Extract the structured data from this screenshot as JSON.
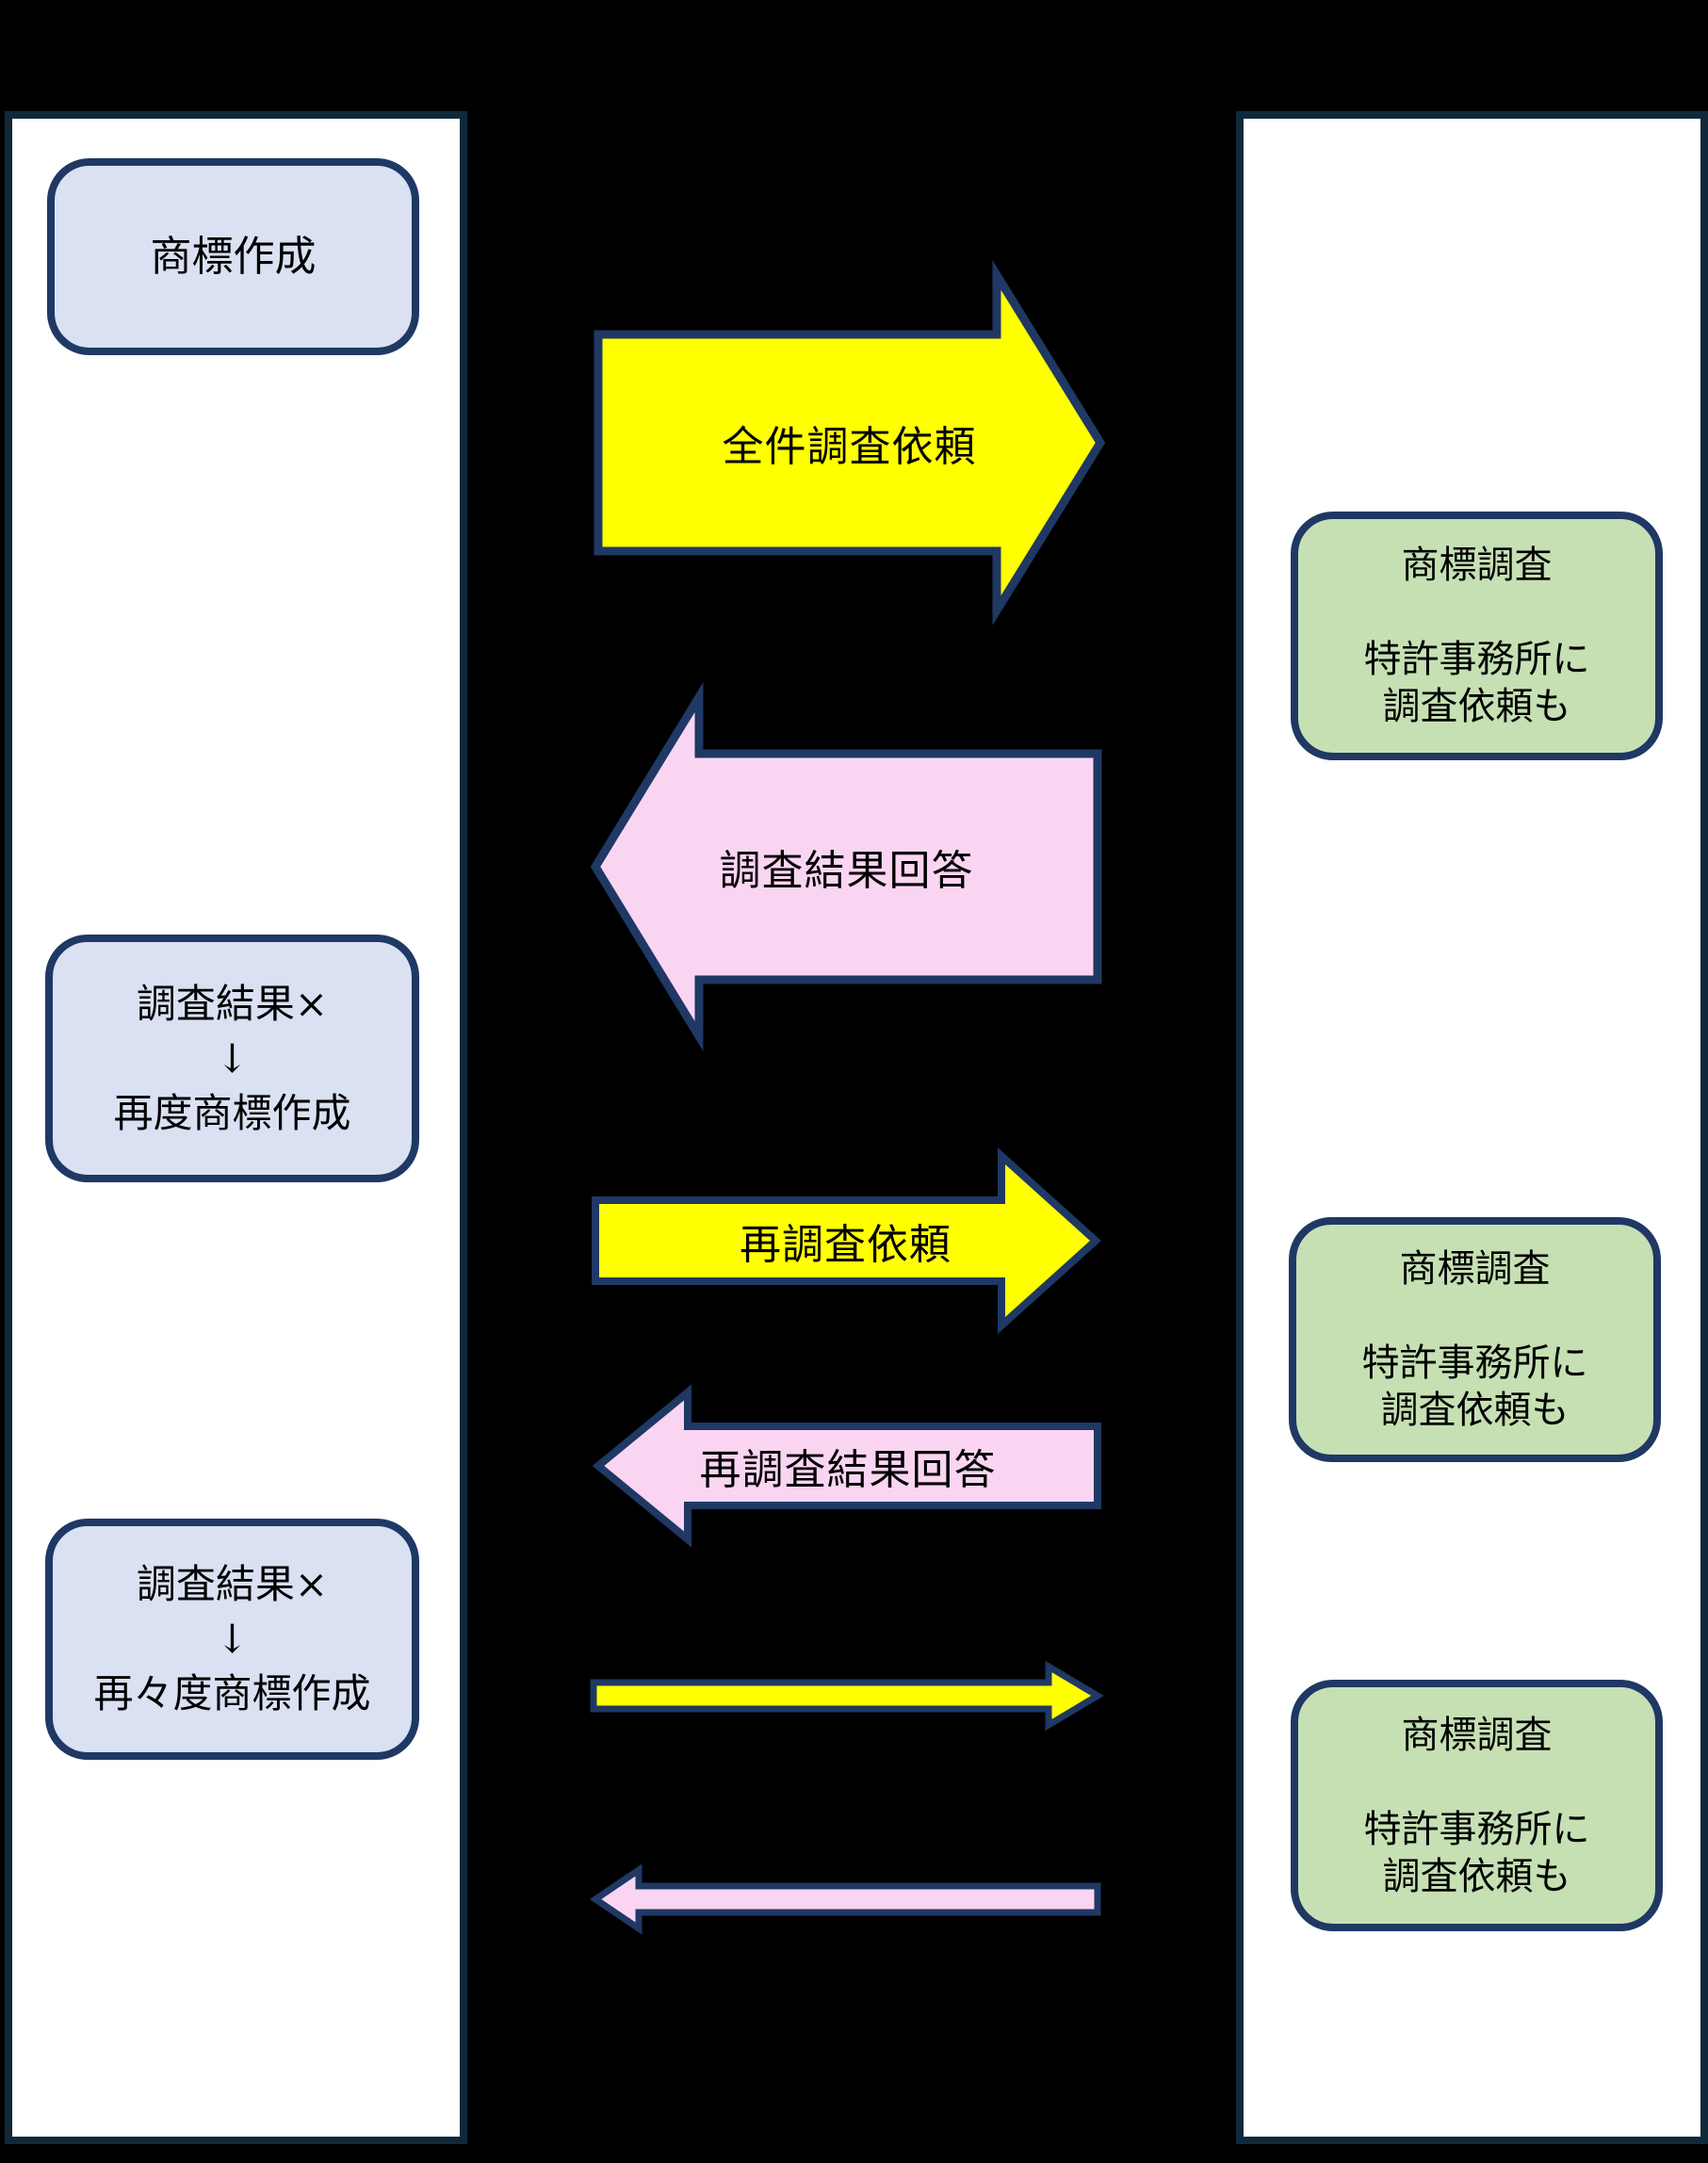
{
  "colors": {
    "background": "#000000",
    "panel_bg": "#FFFFFF",
    "panel_border": "#10293A",
    "shape_border": "#1F3864",
    "blue_fill": "#D9E1F2",
    "green_fill": "#C6E0B4",
    "yellow": "#FFFF00",
    "pink": "#FAD5F2",
    "text": "#000000"
  },
  "left_panel": {
    "boxes": [
      {
        "lines": [
          "商標作成"
        ]
      },
      {
        "lines": [
          "調査結果×",
          "↓",
          "再度商標作成"
        ]
      },
      {
        "lines": [
          "調査結果×",
          "↓",
          "再々度商標作成"
        ]
      }
    ]
  },
  "right_panel": {
    "boxes": [
      {
        "lines": [
          "商標調査",
          "",
          "特許事務所に",
          "調査依頼も"
        ]
      },
      {
        "lines": [
          "商標調査",
          "",
          "特許事務所に",
          "調査依頼も"
        ]
      },
      {
        "lines": [
          "商標調査",
          "",
          "特許事務所に",
          "調査依頼も"
        ]
      }
    ]
  },
  "arrows": [
    {
      "label": "全件調査依頼",
      "direction": "right",
      "fill": "yellow"
    },
    {
      "label": "調査結果回答",
      "direction": "left",
      "fill": "pink"
    },
    {
      "label": "再調査依頼",
      "direction": "right",
      "fill": "yellow"
    },
    {
      "label": "再調査結果回答",
      "direction": "left",
      "fill": "pink"
    },
    {
      "label": "",
      "direction": "right",
      "fill": "yellow"
    },
    {
      "label": "",
      "direction": "left",
      "fill": "pink"
    }
  ]
}
